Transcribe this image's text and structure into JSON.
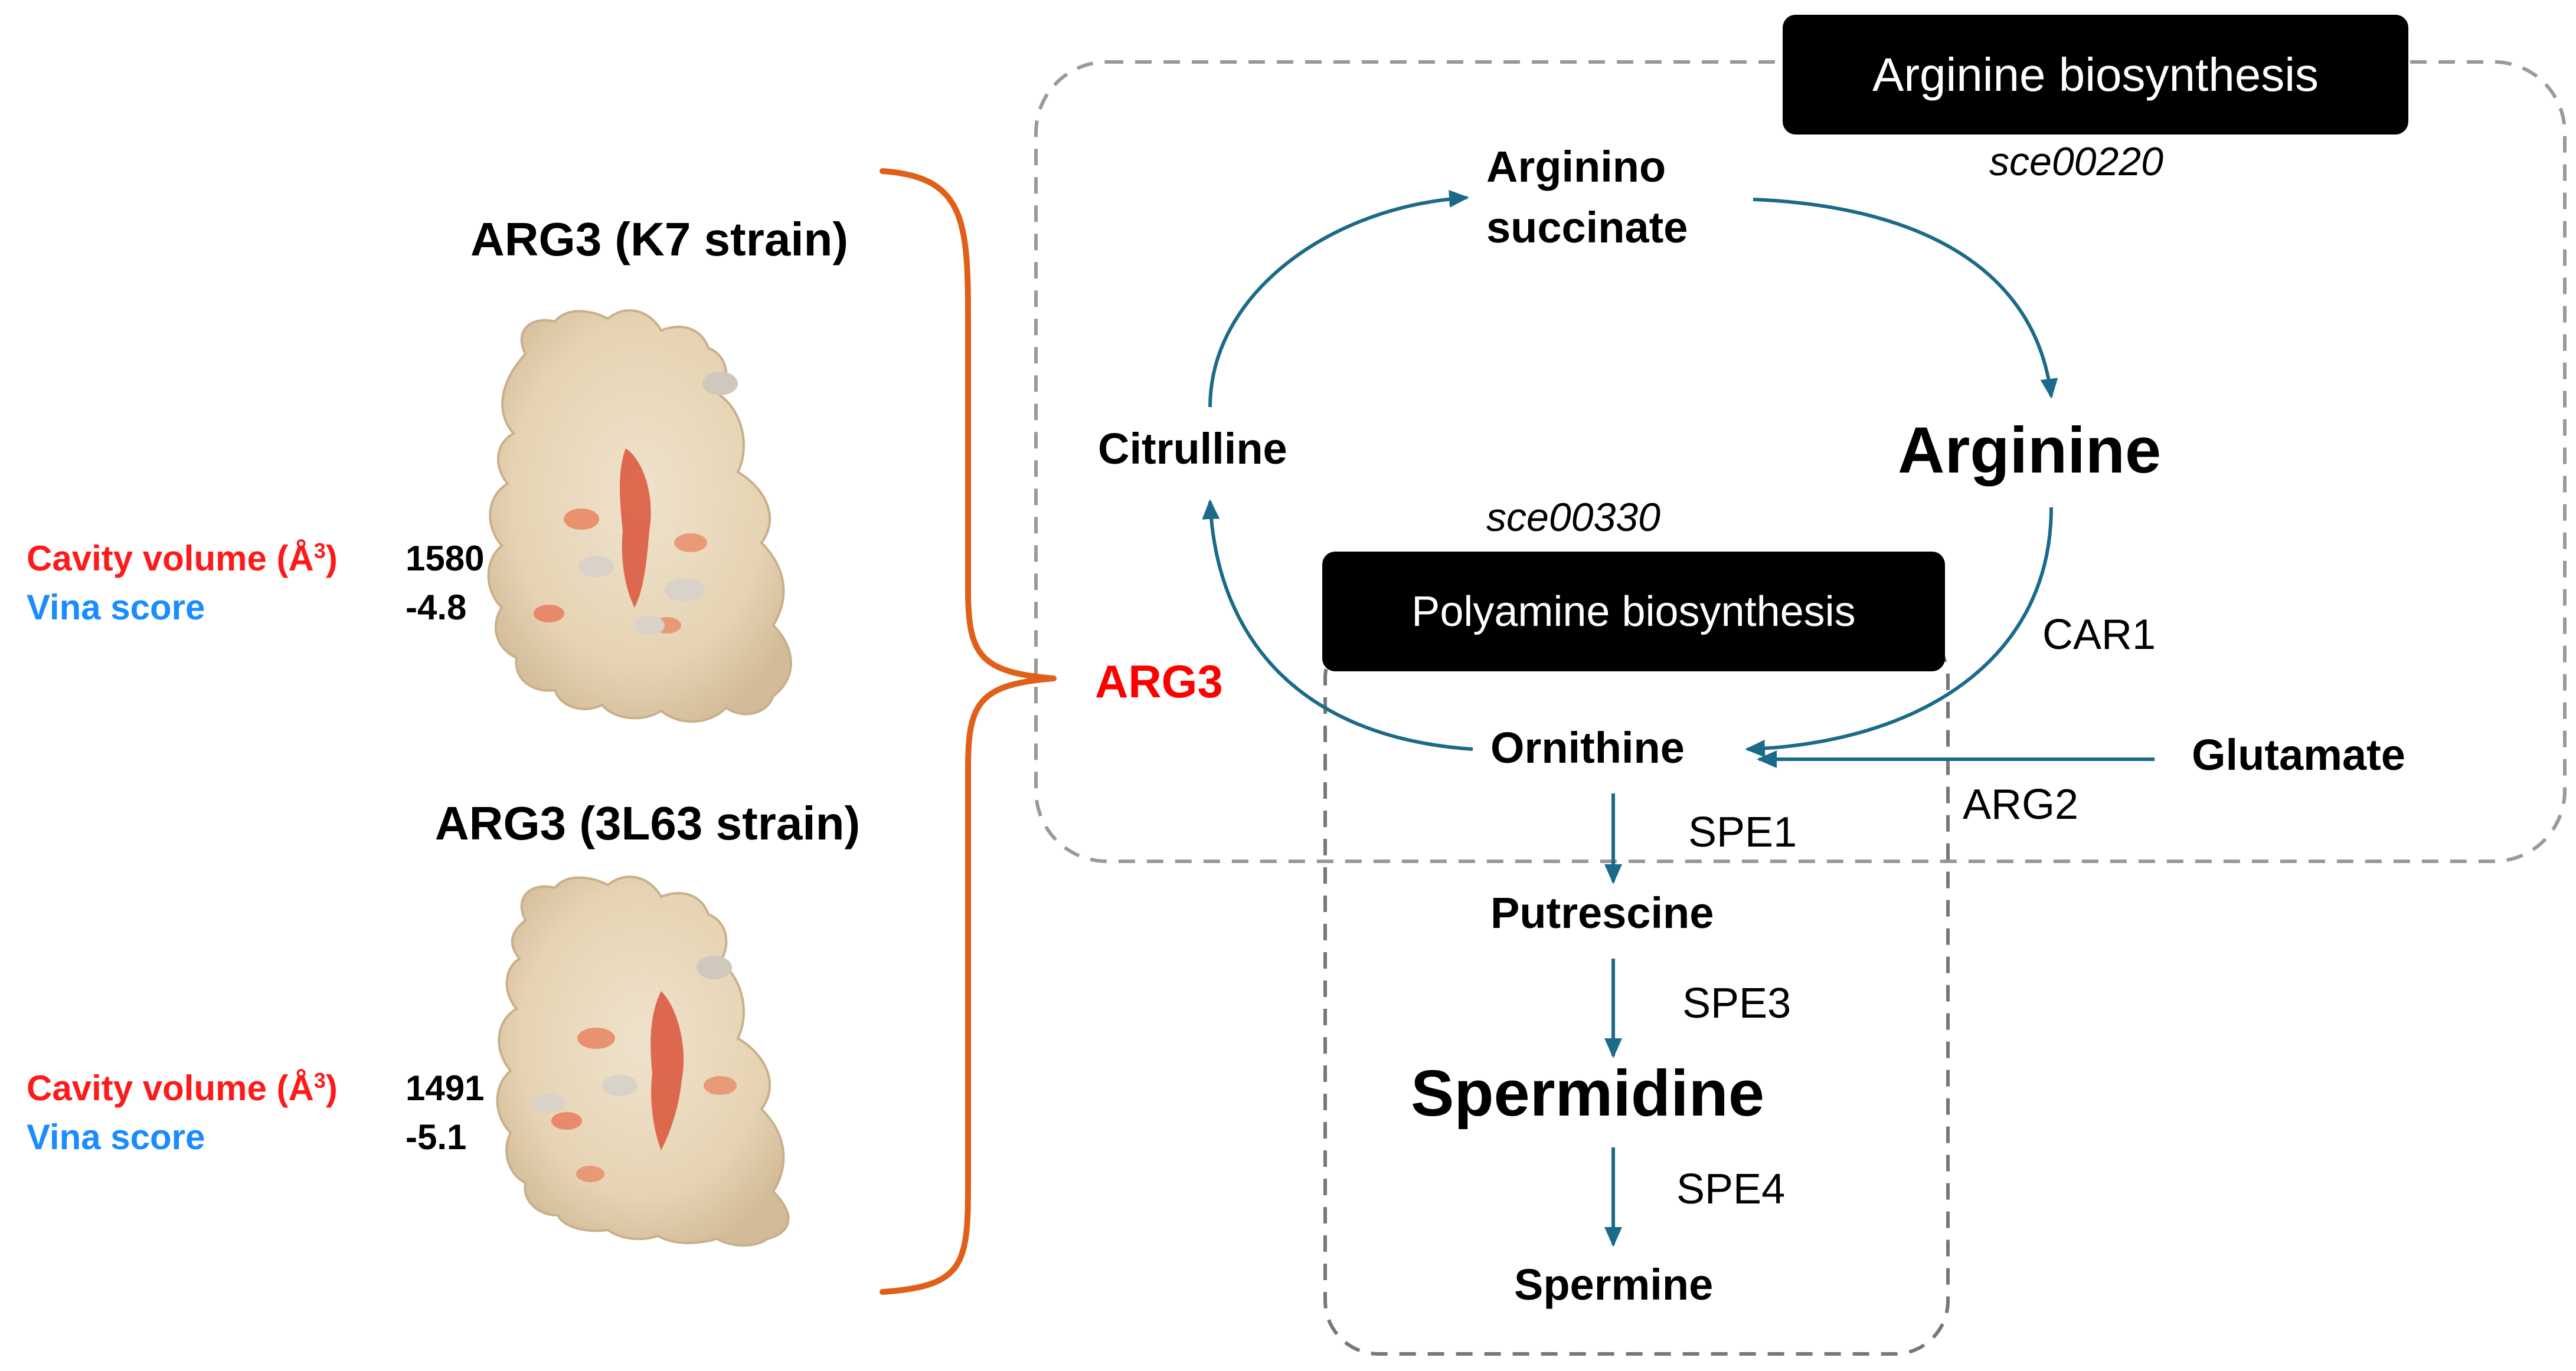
{
  "structures": [
    {
      "title": "ARG3 (K7 strain)",
      "cavity_label": "Cavity volume (Å",
      "cavity_unit_exp": "3",
      "cavity_label_close": ")",
      "cavity_value": "1580",
      "vina_label": "Vina score",
      "vina_value": "-4.8"
    },
    {
      "title": "ARG3 (3L63 strain)",
      "cavity_label": "Cavity volume (Å",
      "cavity_unit_exp": "3",
      "cavity_label_close": ")",
      "cavity_value": "1491",
      "vina_label": "Vina score",
      "vina_value": "-5.1"
    }
  ],
  "pathways": {
    "arginine": {
      "title": "Arginine biosynthesis",
      "code": "sce00220"
    },
    "polyamine": {
      "title": "Polyamine biosynthesis",
      "code": "sce00330"
    }
  },
  "metabolites": {
    "argininosuccinate_line1": "Arginino",
    "argininosuccinate_line2": "succinate",
    "citrulline": "Citrulline",
    "arginine": "Arginine",
    "ornithine": "Ornithine",
    "glutamate": "Glutamate",
    "putrescine": "Putrescine",
    "spermidine": "Spermidine",
    "spermine": "Spermine"
  },
  "enzymes": {
    "arg3": "ARG3",
    "car1": "CAR1",
    "arg2": "ARG2",
    "spe1": "SPE1",
    "spe3": "SPE3",
    "spe4": "SPE4"
  },
  "colors": {
    "cavity_label": "#ff1a1a",
    "vina_label": "#1a8cff",
    "arg3_highlight": "#ff0000",
    "brace": "#e0601a",
    "arrow": "#1b6a8a",
    "dashed_box": "#999999"
  }
}
